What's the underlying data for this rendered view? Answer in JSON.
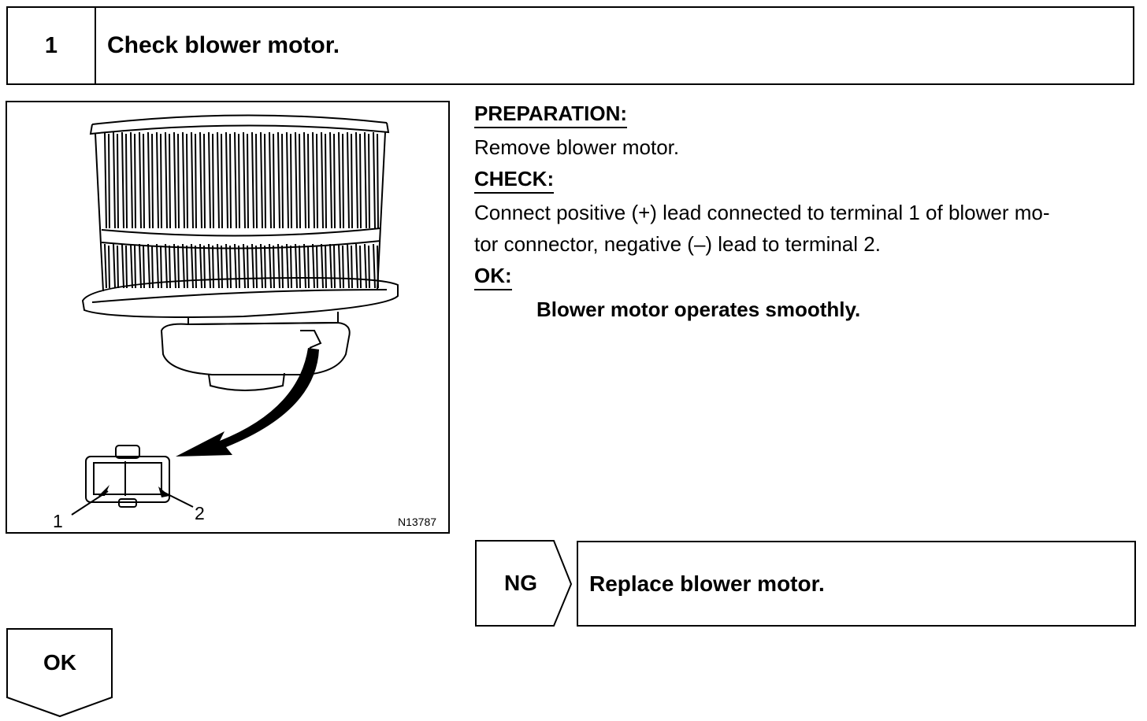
{
  "step": {
    "number": "1",
    "title": "Check blower motor."
  },
  "figure": {
    "terminal_1": "1",
    "terminal_2": "2",
    "code": "N13787"
  },
  "instructions": {
    "preparation_heading": "PREPARATION:",
    "preparation_text": "Remove blower motor.",
    "check_heading": "CHECK:",
    "check_text_line1": "Connect positive (+) lead connected to terminal 1 of blower mo-",
    "check_text_line2": "tor connector, negative (–) lead to terminal 2.",
    "ok_heading": "OK:",
    "ok_text": "Blower motor operates smoothly."
  },
  "ng_result": {
    "label": "NG",
    "action": "Replace blower motor."
  },
  "ok_result": {
    "label": "OK"
  }
}
